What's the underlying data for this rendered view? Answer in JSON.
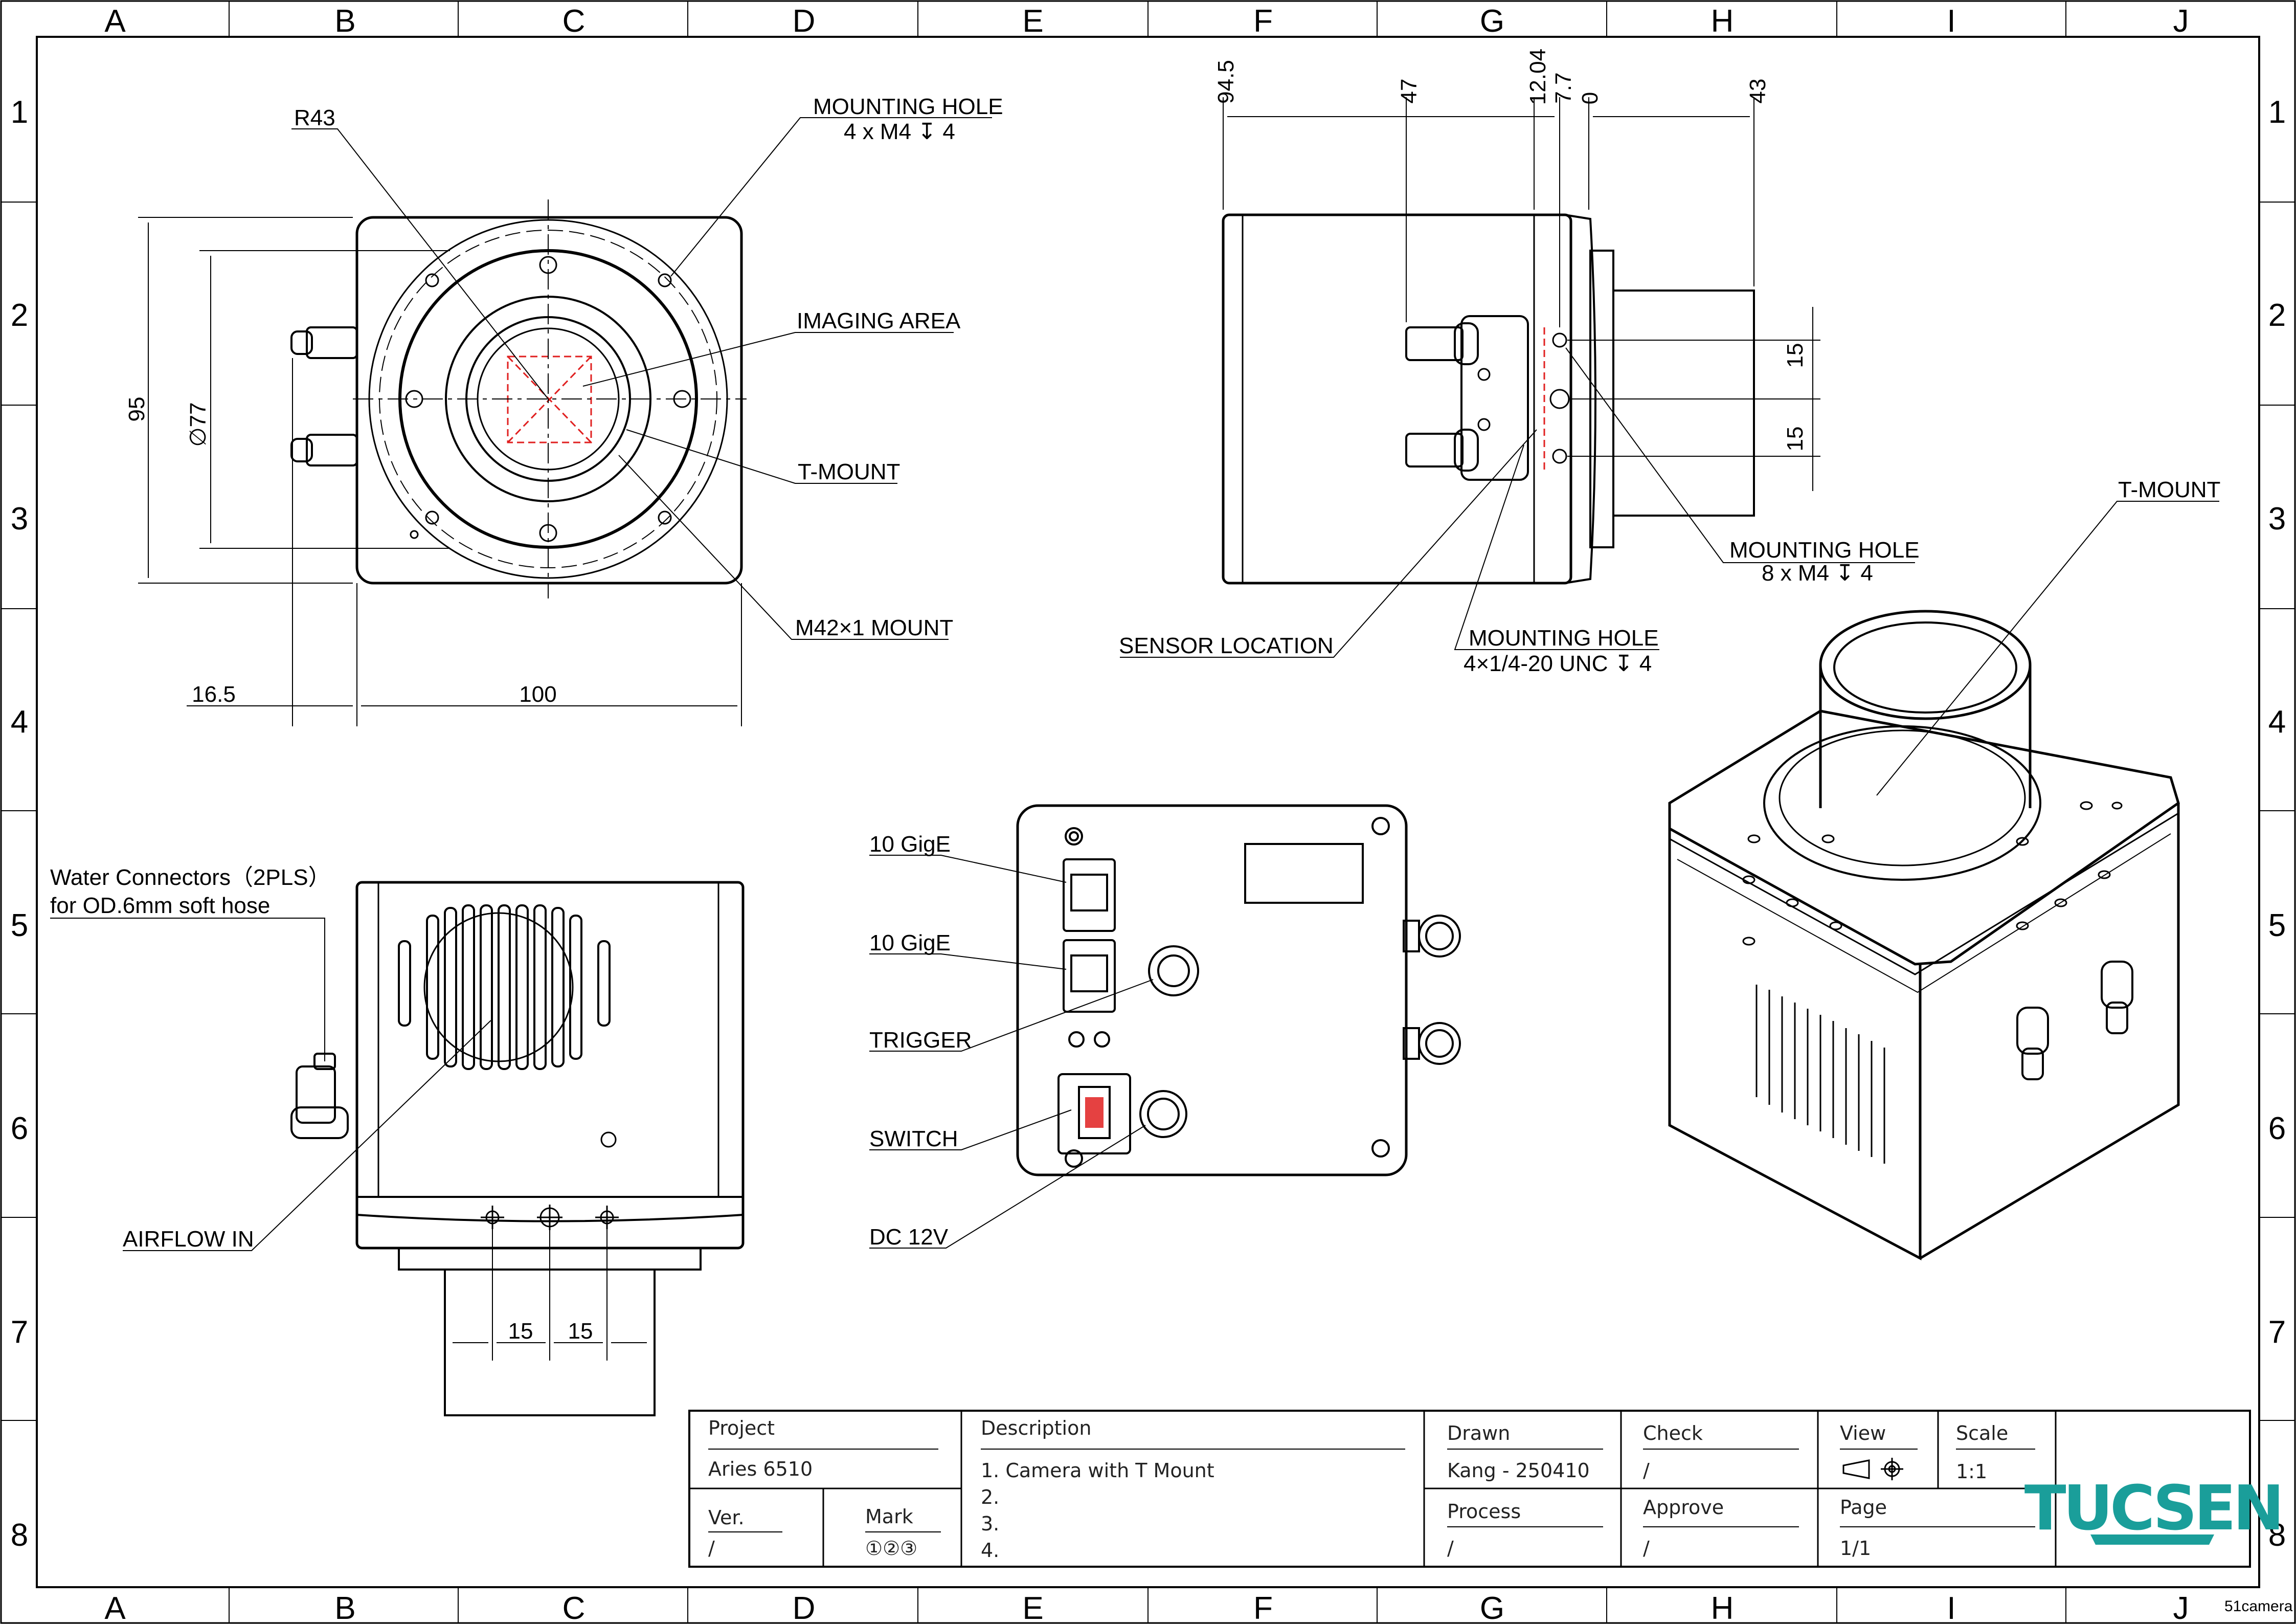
{
  "zones": {
    "columns": [
      "A",
      "B",
      "C",
      "D",
      "E",
      "F",
      "G",
      "H",
      "I",
      "J"
    ],
    "rows": [
      "1",
      "2",
      "3",
      "4",
      "5",
      "6",
      "7",
      "8"
    ]
  },
  "front_view": {
    "r43": "R43",
    "mounting_hole_title": "MOUNTING HOLE",
    "mounting_hole_spec": "4 x  M4 ↧ 4",
    "imaging_area": "IMAGING AREA",
    "t_mount": "T-MOUNT",
    "m42_mount": "M42×1 MOUNT",
    "dim_95": "95",
    "dim_dia77": "∅77",
    "dim_16_5": "16.5",
    "dim_100": "100"
  },
  "side_view": {
    "dim_94_5": "94.5",
    "dim_47": "47",
    "dim_12_04": "12.04",
    "dim_7_7": "7.7",
    "dim_0": "0",
    "dim_43": "43",
    "dim_15a": "15",
    "dim_15b": "15",
    "mounting_hole_title": "MOUNTING HOLE",
    "mounting_hole_spec": "8 x  M4 ↧ 4",
    "sensor_location": "SENSOR LOCATION",
    "mounting_hole2_title": "MOUNTING HOLE",
    "mounting_hole2_spec": "4×1/4-20 UNC  ↧ 4"
  },
  "iso_view": {
    "t_mount": "T-MOUNT"
  },
  "bottom_view": {
    "water_connectors": "Water Connectors（2PLS）",
    "soft_hose": "for OD.6mm soft hose",
    "airflow_in": "AIRFLOW IN",
    "dim_15a": "15",
    "dim_15b": "15"
  },
  "rear_view": {
    "gige1": "10 GigE",
    "gige2": "10 GigE",
    "trigger": "TRIGGER",
    "switch": "SWITCH",
    "dc12v": "DC 12V"
  },
  "title_block": {
    "project_label": "Project",
    "project_value": "Aries 6510",
    "description_label": "Description",
    "description_lines": [
      "1. Camera with T Mount",
      "2.",
      "3.",
      "4."
    ],
    "ver_label": "Ver.",
    "ver_value": "/",
    "mark_label": "Mark",
    "mark_value": "①②③",
    "drawn_label": "Drawn",
    "drawn_value": "Kang - 250410",
    "process_label": "Process",
    "process_value": "/",
    "check_label": "Check",
    "check_value": "/",
    "approve_label": "Approve",
    "approve_value": "/",
    "view_label": "View",
    "scale_label": "Scale",
    "scale_value": "1:1",
    "page_label": "Page",
    "page_value": "1/1",
    "logo_text": "TUCSEN",
    "logo_color": "#1a9e9a"
  },
  "watermark": "51camera"
}
